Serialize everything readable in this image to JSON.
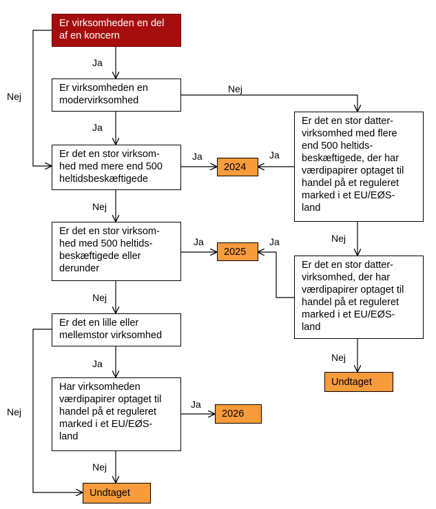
{
  "nodes": {
    "q_group": "Er virksomheden en del\naf en koncern",
    "q_parent": "Er virksomheden en\nmodervirksomhed",
    "q_large_500plus": "Er det en stor virksom-\nhed med mere end 500\nheltidsbeskæftigede",
    "q_large_500less": "Er det en stor virksom-\nhed med 500 heltids-\nbeskæftigede eller\nderunder",
    "q_small_medium": "Er det en lille eller\nmellemstor virksomhed",
    "q_securities": "Har virksomheden\nværdipapirer optaget til\nhandel på et reguleret\nmarked i et EU/EØS-\nland",
    "q_sub_500plus": "Er det en stor datter-\nvirksomhed med flere\nend 500 heltids-\nbeskæftigede, der har\nværdipapirer optaget til\nhandel på et reguleret\nmarked i et EU/EØS-\nland",
    "q_sub_large": "Er det en stor datter-\nvirksomhed, der har\nværdipapirer optaget til\nhandel på et reguleret\nmarked i et EU/EØS-\nland"
  },
  "outcomes": {
    "y2024": "2024",
    "y2025": "2025",
    "y2026": "2026",
    "exempt_right": "Undtaget",
    "exempt_bottom": "Undtaget"
  },
  "edge_labels": {
    "group_yes": "Ja",
    "group_no": "Nej",
    "parent_yes": "Ja",
    "parent_no": "Nej",
    "large500plus_yes": "Ja",
    "large500plus_no": "Nej",
    "sub500plus_yes": "Ja",
    "sub500plus_no": "Nej",
    "large500less_yes": "Ja",
    "large500less_no": "Nej",
    "sublarge_yes": "Ja",
    "sublarge_no": "Nej",
    "smallmedium_yes": "Ja",
    "smallmedium_no": "Nej",
    "securities_yes": "Ja",
    "securities_no": "Nej"
  },
  "colors": {
    "start_fill": "#a60d0d",
    "outcome_fill": "#f79b3b",
    "line": "#000000"
  }
}
